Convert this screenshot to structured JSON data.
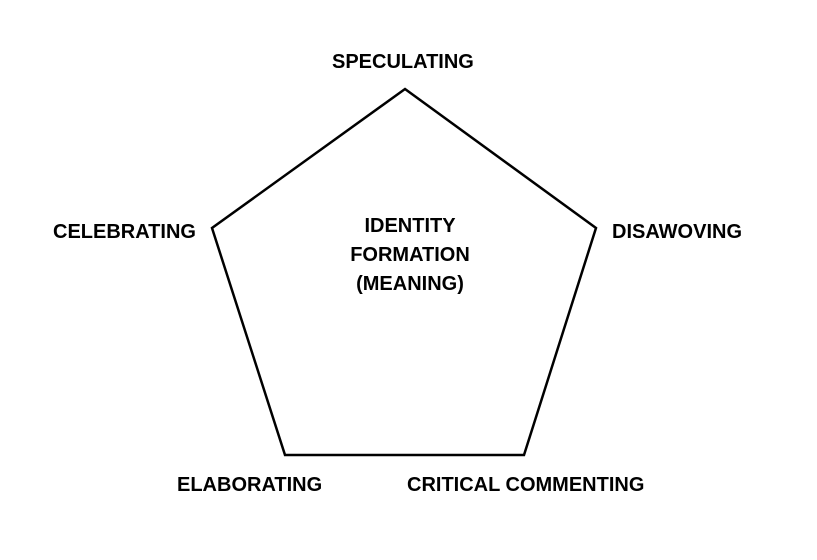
{
  "diagram": {
    "center": [
      "IDENTITY",
      "FORMATION",
      "(MEANING)"
    ],
    "vertices": {
      "top": "SPECULATING",
      "right": "DISAWOVING",
      "bottom_right": "CRITICAL COMMENTING",
      "bottom_left": "ELABORATING",
      "left": "CELEBRATING"
    },
    "colors": {
      "stroke": "#000000",
      "text": "#000000",
      "background": "#ffffff"
    }
  }
}
